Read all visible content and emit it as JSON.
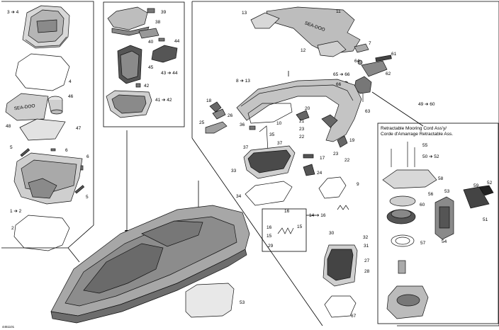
{
  "diagram": {
    "doc_id": "4451101",
    "mooring_box": {
      "title_en": "Retractable Mooring Cord Ass'y/",
      "title_fr": "Corde d'Amarrage Retractable Ass."
    },
    "labels": [
      {
        "id": "l1",
        "text": "3 ➔ 4"
      },
      {
        "id": "l2",
        "text": "4"
      },
      {
        "id": "l3",
        "text": "46"
      },
      {
        "id": "l4",
        "text": "48"
      },
      {
        "id": "l5",
        "text": "47"
      },
      {
        "id": "l6",
        "text": "5"
      },
      {
        "id": "l7",
        "text": "6"
      },
      {
        "id": "l8",
        "text": "6"
      },
      {
        "id": "l9",
        "text": "5"
      },
      {
        "id": "l10",
        "text": "1 ➔ 2"
      },
      {
        "id": "l11",
        "text": "2"
      },
      {
        "id": "l12",
        "text": "39"
      },
      {
        "id": "l13",
        "text": "38"
      },
      {
        "id": "l14",
        "text": "40"
      },
      {
        "id": "l15",
        "text": "44"
      },
      {
        "id": "l16",
        "text": "45"
      },
      {
        "id": "l17",
        "text": "43 ➔ 44"
      },
      {
        "id": "l18",
        "text": "42"
      },
      {
        "id": "l19",
        "text": "41 ➔ 42"
      },
      {
        "id": "l20",
        "text": "13"
      },
      {
        "id": "l21",
        "text": "11"
      },
      {
        "id": "l22",
        "text": "12"
      },
      {
        "id": "l23",
        "text": "7"
      },
      {
        "id": "l24",
        "text": "61"
      },
      {
        "id": "l25",
        "text": "64"
      },
      {
        "id": "l26",
        "text": "62"
      },
      {
        "id": "l27",
        "text": "65 ➔ 66"
      },
      {
        "id": "l28",
        "text": "66"
      },
      {
        "id": "l29",
        "text": "63"
      },
      {
        "id": "l30",
        "text": "8 ➔ 13"
      },
      {
        "id": "l31",
        "text": "49 ➔ 60"
      },
      {
        "id": "l32",
        "text": "18"
      },
      {
        "id": "l33",
        "text": "26"
      },
      {
        "id": "l34",
        "text": "25"
      },
      {
        "id": "l35",
        "text": "36"
      },
      {
        "id": "l36",
        "text": "35"
      },
      {
        "id": "l37",
        "text": "10"
      },
      {
        "id": "l38",
        "text": "20"
      },
      {
        "id": "l39",
        "text": "21"
      },
      {
        "id": "l40",
        "text": "23"
      },
      {
        "id": "l41",
        "text": "22"
      },
      {
        "id": "l42",
        "text": "37"
      },
      {
        "id": "l43",
        "text": "37"
      },
      {
        "id": "l44",
        "text": "19"
      },
      {
        "id": "l45",
        "text": "23"
      },
      {
        "id": "l46",
        "text": "17"
      },
      {
        "id": "l47",
        "text": "22"
      },
      {
        "id": "l48",
        "text": "33"
      },
      {
        "id": "l49",
        "text": "24"
      },
      {
        "id": "l50",
        "text": "34"
      },
      {
        "id": "l51",
        "text": "9"
      },
      {
        "id": "l52",
        "text": "16"
      },
      {
        "id": "l53",
        "text": "14 ➔ 16"
      },
      {
        "id": "l54",
        "text": "16"
      },
      {
        "id": "l55",
        "text": "15"
      },
      {
        "id": "l56",
        "text": "15"
      },
      {
        "id": "l57",
        "text": "29"
      },
      {
        "id": "l58",
        "text": "30"
      },
      {
        "id": "l59",
        "text": "32"
      },
      {
        "id": "l60",
        "text": "31"
      },
      {
        "id": "l61",
        "text": "27"
      },
      {
        "id": "l62",
        "text": "28"
      },
      {
        "id": "l63",
        "text": "67"
      },
      {
        "id": "l64",
        "text": "53"
      },
      {
        "id": "l65",
        "text": "55"
      },
      {
        "id": "l66",
        "text": "50 ➔ 52"
      },
      {
        "id": "l67",
        "text": "58"
      },
      {
        "id": "l68",
        "text": "59"
      },
      {
        "id": "l69",
        "text": "52"
      },
      {
        "id": "l70",
        "text": "53"
      },
      {
        "id": "l71",
        "text": "56"
      },
      {
        "id": "l72",
        "text": "60"
      },
      {
        "id": "l73",
        "text": "51"
      },
      {
        "id": "l74",
        "text": "54"
      },
      {
        "id": "l75",
        "text": "57"
      }
    ]
  }
}
